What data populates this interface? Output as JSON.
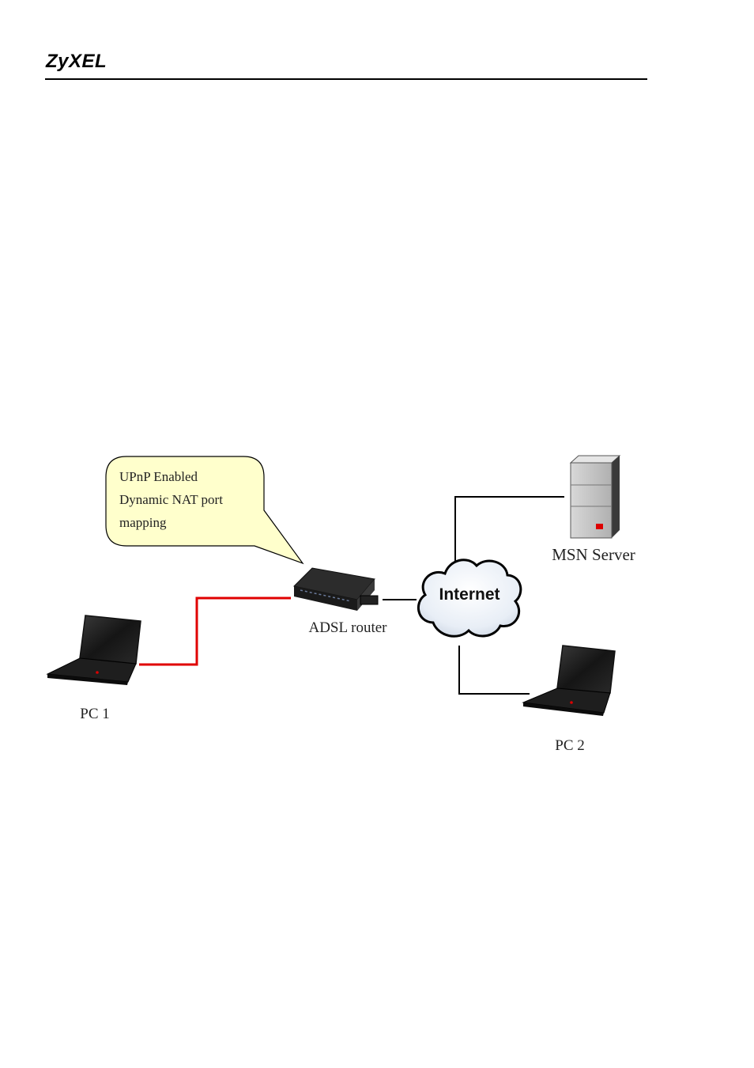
{
  "header": {
    "brand": "ZyXEL"
  },
  "diagram": {
    "callout_lines": [
      "UPnP Enabled",
      "Dynamic NAT port",
      "mapping"
    ],
    "labels": {
      "msn_server": "MSN Server",
      "internet": "Internet",
      "adsl_router": "ADSL router",
      "pc1": "PC 1",
      "pc2": "PC 2"
    },
    "colors": {
      "pc1_link": "#e00000",
      "other_links": "#000000",
      "callout_fill": "#ffffcc"
    }
  }
}
